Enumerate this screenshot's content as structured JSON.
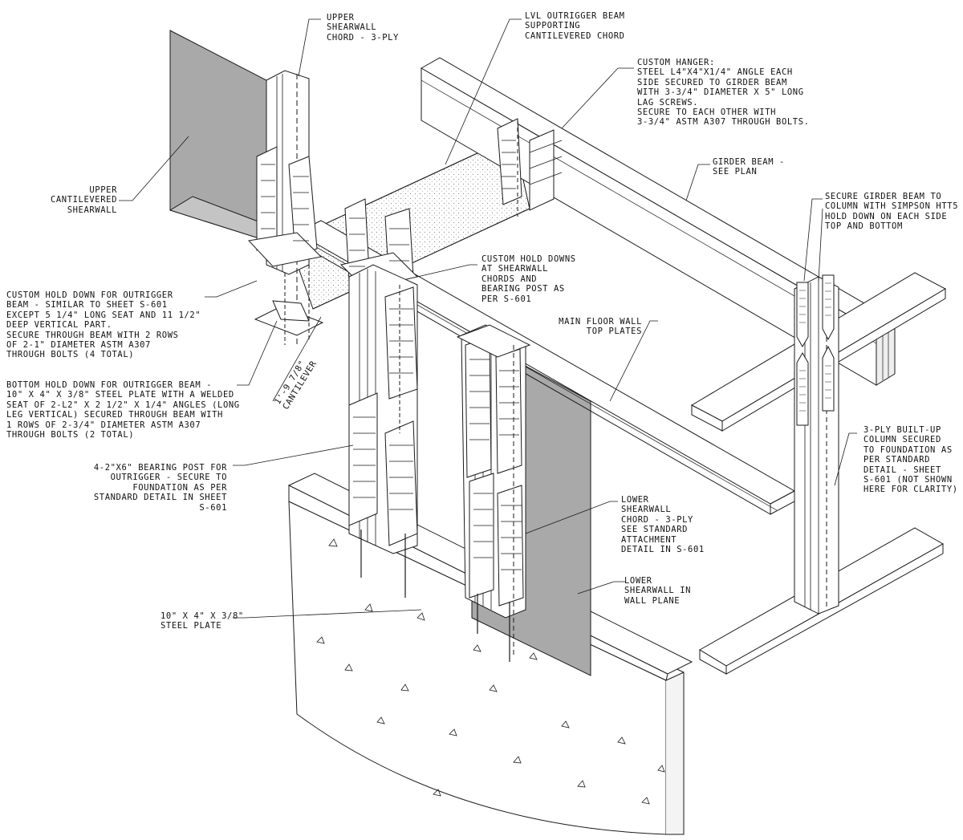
{
  "labels": {
    "upper_shearwall_chord": "UPPER\nSHEARWALL\nCHORD - 3-PLY",
    "lvl_outrigger_beam": "LVL OUTRIGGER BEAM\nSUPPORTING\nCANTILEVERED CHORD",
    "custom_hanger": "CUSTOM HANGER:\nSTEEL L4\"X4\"X1/4\" ANGLE EACH\nSIDE SECURED TO GIRDER BEAM\nWITH 3-3/4\" DIAMETER X 5\" LONG\nLAG SCREWS.\nSECURE TO EACH OTHER WITH\n3-3/4\" ASTM A307 THROUGH BOLTS.",
    "girder_beam": "GIRDER BEAM -\nSEE PLAN",
    "secure_girder_beam": "SECURE GIRDER BEAM TO\nCOLUMN WITH SIMPSON HTT5\nHOLD DOWN ON EACH SIDE\nTOP AND BOTTOM",
    "upper_cantilevered_shearwall": "UPPER\nCANTILEVERED\nSHEARWALL",
    "custom_hold_downs_chords": "CUSTOM HOLD DOWNS\nAT SHEARWALL\nCHORDS AND\nBEARING POST AS\nPER S-601",
    "custom_hold_down_outrigger": "CUSTOM HOLD DOWN FOR OUTRIGGER\nBEAM - SIMILAR TO SHEET S-601\nEXCEPT 5 1/4\" LONG SEAT AND 11 1/2\"\nDEEP VERTICAL PART.\nSECURE THROUGH BEAM WITH 2 ROWS\nOF 2-1\" DIAMETER ASTM A307\nTHROUGH BOLTS (4 TOTAL)",
    "main_floor_top_plates": "MAIN FLOOR WALL\nTOP PLATES",
    "cantilever_dim": "1'-9 7/8\"\nCANTILEVER",
    "bottom_hold_down": "BOTTOM HOLD DOWN FOR OUTRIGGER BEAM -\n10\" X 4\" X 3/8\" STEEL PLATE WITH A WELDED\nSEAT OF 2-L2\" X 2 1/2\" X 1/4\" ANGLES (LONG\nLEG VERTICAL) SECURED THROUGH BEAM WITH\n1 ROWS OF 2-3/4\" DIAMETER ASTM A307\nTHROUGH BOLTS (2 TOTAL)",
    "three_ply_column": "3-PLY BUILT-UP\nCOLUMN SECURED\nTO FOUNDATION AS\nPER STANDARD\nDETAIL - SHEET\nS-601 (NOT SHOWN\nHERE FOR CLARITY)",
    "bearing_post": "4-2\"X6\" BEARING POST FOR\nOUTRIGGER - SECURE TO\nFOUNDATION AS PER\nSTANDARD DETAIL IN SHEET\nS-601",
    "lower_shearwall_chord": "LOWER\nSHEARWALL\nCHORD - 3-PLY\nSEE STANDARD\nATTACHMENT\nDETAIL IN S-601",
    "lower_shearwall_plane": "LOWER\nSHEARWALL IN\nWALL PLANE",
    "steel_plate": "10\" X 4\" X 3/8\"\nSTEEL PLATE"
  },
  "colors": {
    "line": "#1a1a1a",
    "wall_fill": "#a9a9a9",
    "stipple": "#9a9a9a"
  }
}
